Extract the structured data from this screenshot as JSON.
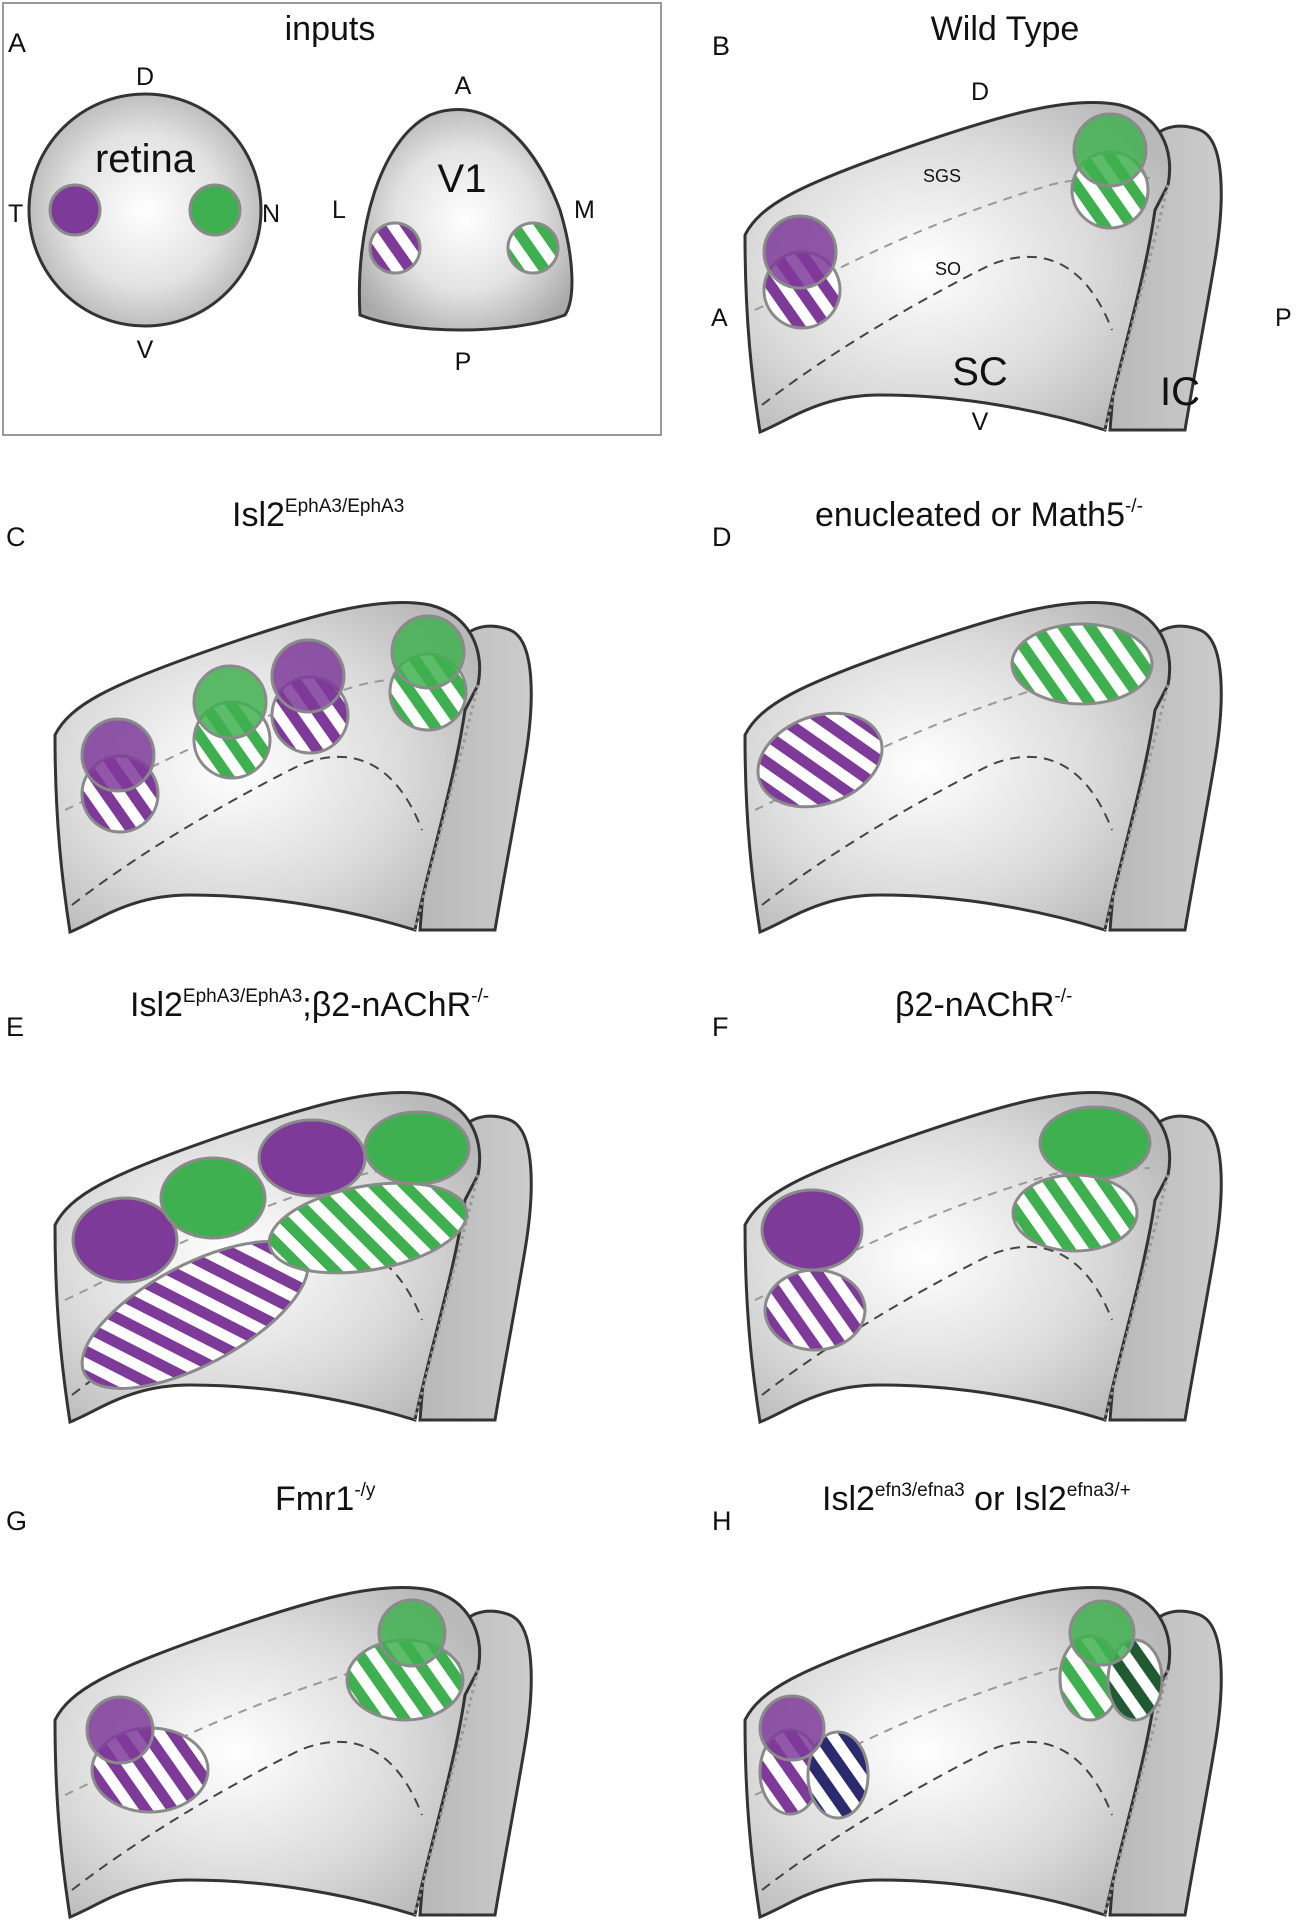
{
  "colors": {
    "purple": "#7e3a99",
    "green": "#3fb04f",
    "dark_navy_stripe": "#2c2a6e",
    "dark_green_stripe": "#1f5a32",
    "brain_fill": "#d9d9d9",
    "ic_fill": "#c4c4c4",
    "outline": "#333333"
  },
  "panels": {
    "A": {
      "letter": "A",
      "title": "inputs",
      "retina": {
        "label": "retina",
        "D": "D",
        "V": "V",
        "T": "T",
        "N": "N"
      },
      "v1": {
        "label": "V1",
        "A": "A",
        "P": "P",
        "L": "L",
        "M": "M"
      }
    },
    "B": {
      "letter": "B",
      "title": "Wild Type",
      "D": "D",
      "V": "V",
      "A": "A",
      "P": "P",
      "SGS": "SGS",
      "SO": "SO",
      "SC": "SC",
      "IC": "IC"
    },
    "C": {
      "letter": "C",
      "title_main": "Isl2",
      "title_sup": "EphA3/EphA3",
      "title_after": ""
    },
    "D": {
      "letter": "D",
      "title_main": "enucleated or Math5",
      "title_sup": "-/-",
      "title_after": ""
    },
    "E": {
      "letter": "E",
      "title_main": "Isl2",
      "title_sup": "EphA3/EphA3",
      "title_after": ";β2-nAChR",
      "title_sup2": "-/-"
    },
    "F": {
      "letter": "F",
      "title_main": "β2-nAChR",
      "title_sup": "-/-",
      "title_after": ""
    },
    "G": {
      "letter": "G",
      "title_main": "Fmr1",
      "title_sup": "-/y",
      "title_after": ""
    },
    "H": {
      "letter": "H",
      "title_main": "Isl2",
      "title_sup": "efn3/efna3",
      "title_after": " or Isl2",
      "title_sup2": "efna3/+"
    }
  }
}
